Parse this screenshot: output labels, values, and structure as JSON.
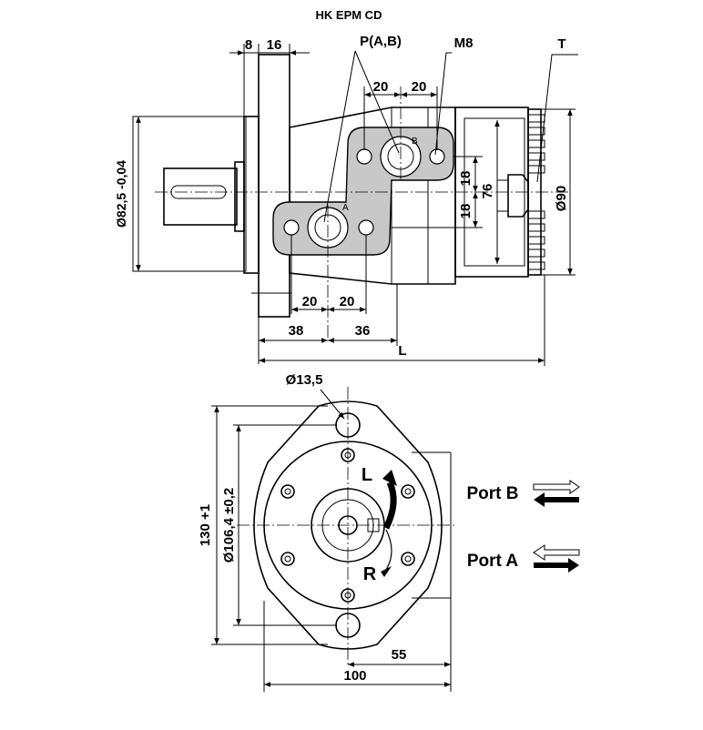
{
  "title": "HK EPM CD",
  "side_view": {
    "dims": {
      "d8": "8",
      "d16": "16",
      "ports": "P(A,B)",
      "m8": "M8",
      "t": "T",
      "top20a": "20",
      "top20b": "20",
      "shaft_dia": "Ø82,5 -0,04",
      "d18a": "18",
      "d18b": "18",
      "d76": "76",
      "d90": "Ø90",
      "bot20a": "20",
      "bot20b": "20",
      "d38": "38",
      "d36": "36",
      "length": "L"
    },
    "port_marks": {
      "a": "A",
      "b": "B"
    }
  },
  "front_view": {
    "dims": {
      "hole": "Ø13,5",
      "height": "130 +1",
      "bolt_circle": "Ø106,4 ±0,2",
      "d55": "55",
      "d100": "100"
    },
    "rotation": {
      "left": "L",
      "right": "R"
    },
    "ports": [
      {
        "label": "Port B"
      },
      {
        "label": "Port A"
      }
    ]
  }
}
